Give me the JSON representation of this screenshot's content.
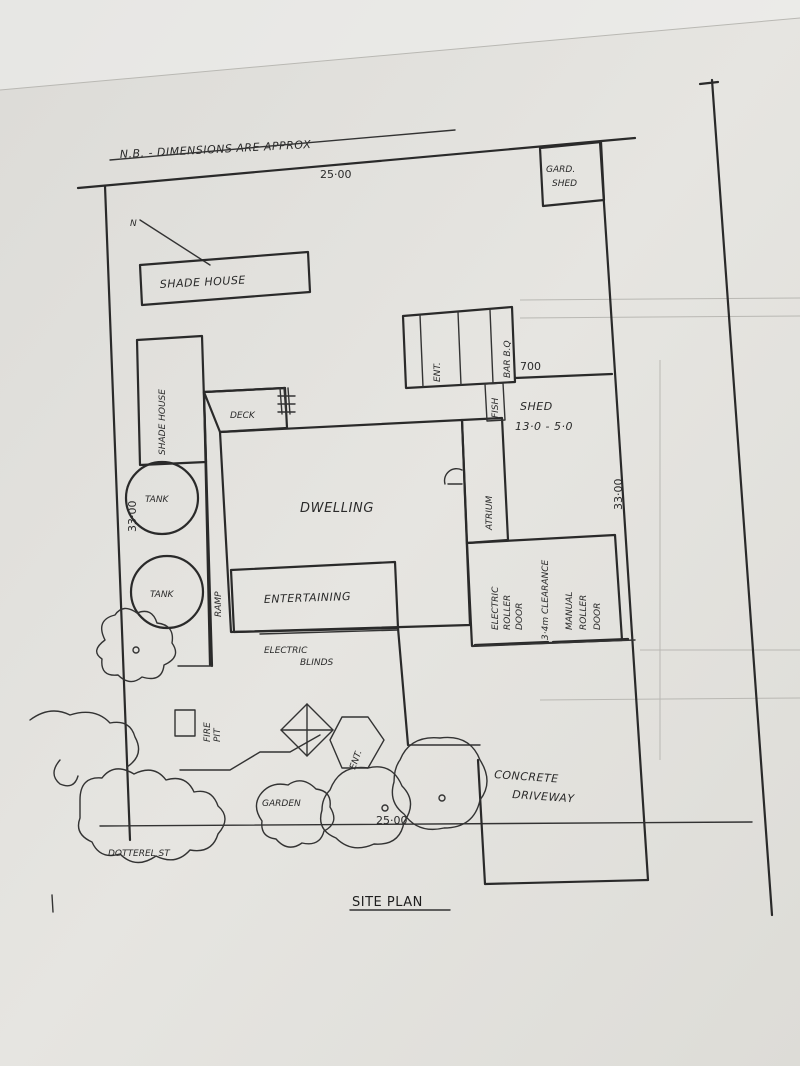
{
  "note": "N.B. - DIMENSIONS ARE APPROX",
  "title": "SITE PLAN",
  "dimensions": {
    "top_width": "25·00",
    "bottom_width": "25·00",
    "left_depth": "33·00",
    "right_depth": "33·00",
    "shed_offset": "700",
    "shed_size": "13·0 - 5·0"
  },
  "labels": {
    "garden_shed": [
      "GARD.",
      "SHED"
    ],
    "shade_house_top": "SHADE HOUSE",
    "shade_house_side": "SHADE HOUSE",
    "deck": "DECK",
    "dwelling": "DWELLING",
    "entertaining": "ENTERTAINING",
    "atrium": "ATRIUM",
    "ramp": "RAMP",
    "tank_1": "TANK",
    "tank_2": "TANK",
    "ent_shed": "ENT.",
    "bar_bq": "BAR B.Q",
    "fish": "FISH",
    "shed": "SHED",
    "electric_blinds": [
      "ELECTRIC",
      "BLINDS"
    ],
    "electric_roller_door": [
      "ELECTRIC",
      "ROLLER",
      "DOOR"
    ],
    "clearance": "3·4m CLEARANCE",
    "manual_roller_door": [
      "MANUAL",
      "ROLLER",
      "DOOR"
    ],
    "fire_pit": [
      "FIRE",
      "PIT"
    ],
    "ent_gazebo": "ENT.",
    "garden": "GARDEN",
    "concrete_driveway": [
      "CONCRETE",
      "DRIVEWAY"
    ],
    "street": "DOTTEREL ST"
  }
}
